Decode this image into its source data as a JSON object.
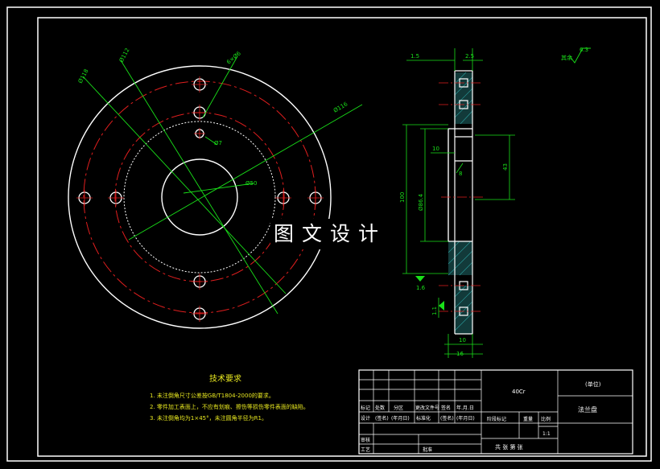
{
  "front_view": {
    "dims": {
      "d_outer": "Ø118",
      "d_pcd_a": "Ø112",
      "d_pcd_b": "Ø116",
      "d_holes": "6×Ø6",
      "d_small": "Ø7",
      "d_bore": "Ø50"
    }
  },
  "side_view": {
    "dims": {
      "dim_1_5": "1.5",
      "dim_2_5": "2.5",
      "dim_10_top": "10",
      "dim_8": "8",
      "dim_43": "43",
      "dim_100": "100",
      "dim_bore": "Ø86.4",
      "dim_1_6": "1.6",
      "dim_1_1": "1.1",
      "dim_10_bottom": "10",
      "dim_16": "16"
    },
    "roughness": {
      "value": "6.3",
      "label": "其余"
    }
  },
  "watermark": "图文设计",
  "tech_req": {
    "title": "技术要求",
    "items": [
      "1. 未注倒角尺寸公差按GB/T1804-2000的要求。",
      "2. 零件加工表面上，不应有划痕、擦伤等损伤零件表面的缺陷。",
      "3. 未注倒角均为1×45°，未注圆角半径为R1。"
    ]
  },
  "title_block": {
    "material": "40Cr",
    "unit": "(单位)",
    "part_name": "法兰盘",
    "scale": "1:1",
    "row_a": [
      "标记",
      "处数",
      "分区",
      "更改文件号",
      "签名",
      "年.月.日"
    ],
    "row_b": [
      "设计",
      "(签名)",
      "(年月日)",
      "标准化",
      "(签名)",
      "(年月日)"
    ],
    "stage_label": "阶段标记",
    "weight_label": "重量",
    "scale_label": "比例",
    "left_labels": [
      "审核",
      "工艺"
    ],
    "approve_label": "批准",
    "sheet_text": "共 张 第 张"
  }
}
